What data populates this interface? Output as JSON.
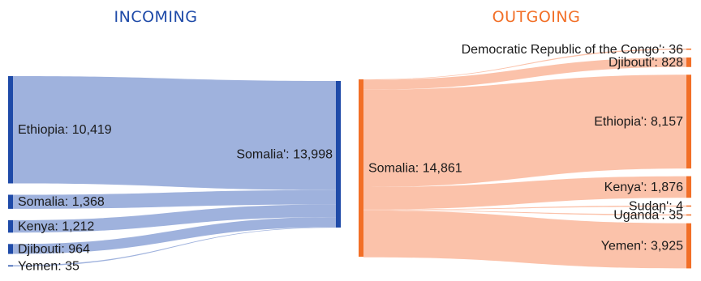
{
  "colors": {
    "incoming_node": "#1e4aa8",
    "incoming_link": "#9aaedb",
    "outgoing_node": "#f26f27",
    "outgoing_link": "#fbbfa5",
    "incoming_heading": "#1e4aa8",
    "outgoing_heading": "#f26f27"
  },
  "incoming": {
    "heading": "INCOMING",
    "sources": [
      {
        "name": "Ethiopia",
        "value": 10419,
        "label": "Ethiopia: 10,419"
      },
      {
        "name": "Somalia",
        "value": 1368,
        "label": "Somalia: 1,368"
      },
      {
        "name": "Kenya",
        "value": 1212,
        "label": "Kenya: 1,212"
      },
      {
        "name": "Djibouti",
        "value": 964,
        "label": "Djibouti: 964"
      },
      {
        "name": "Yemen",
        "value": 35,
        "label": "Yemen: 35"
      }
    ],
    "target": {
      "name": "Somalia'",
      "value": 13998,
      "label": "Somalia': 13,998"
    }
  },
  "outgoing": {
    "heading": "OUTGOING",
    "source": {
      "name": "Somalia",
      "value": 14861,
      "label": "Somalia: 14,861"
    },
    "targets": [
      {
        "name": "Democratic Republic of the Congo'",
        "value": 36,
        "label": "Democratic Republic of the Congo': 36"
      },
      {
        "name": "Djibouti'",
        "value": 828,
        "label": "Djibouti': 828"
      },
      {
        "name": "Ethiopia'",
        "value": 8157,
        "label": "Ethiopia': 8,157"
      },
      {
        "name": "Kenya'",
        "value": 1876,
        "label": "Kenya': 1,876"
      },
      {
        "name": "Sudan'",
        "value": 4,
        "label": "Sudan': 4"
      },
      {
        "name": "Uganda'",
        "value": 35,
        "label": "Uganda': 35"
      },
      {
        "name": "Yemen'",
        "value": 3925,
        "label": "Yemen': 3,925"
      }
    ]
  }
}
